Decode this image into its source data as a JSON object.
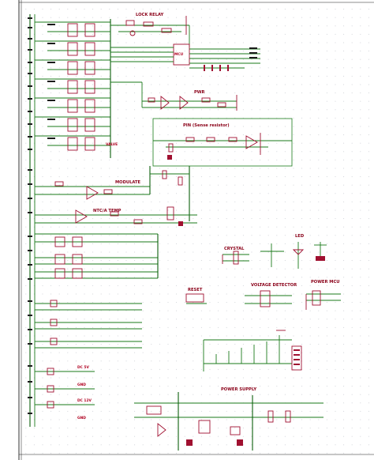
{
  "colors": {
    "background": "#ffffff",
    "wire": "#1a7a1a",
    "part": "#a01030",
    "label": "#b00020",
    "grid": "#c9ccd2"
  },
  "labels": {
    "lock_relay": "LOCK RELAY",
    "pwr": "PWR",
    "pin_sense": "PIN (Sense resistor)",
    "valve": "VALVE",
    "modulate": "MODULATE",
    "ntc_temp": "NTC/A TEMP",
    "led": "LED",
    "crystal": "CRYSTAL",
    "voltage_detector": "VOLTAGE DETECTOR",
    "power_mcu": "POWER MCU",
    "reset": "RESET",
    "power_supply": "POWER SUPPLY",
    "dc_5v": "DC 5V",
    "dc_12v": "DC 12V",
    "gnd": "GND",
    "gnd_main": "GND",
    "mcu_label": "MCU"
  }
}
